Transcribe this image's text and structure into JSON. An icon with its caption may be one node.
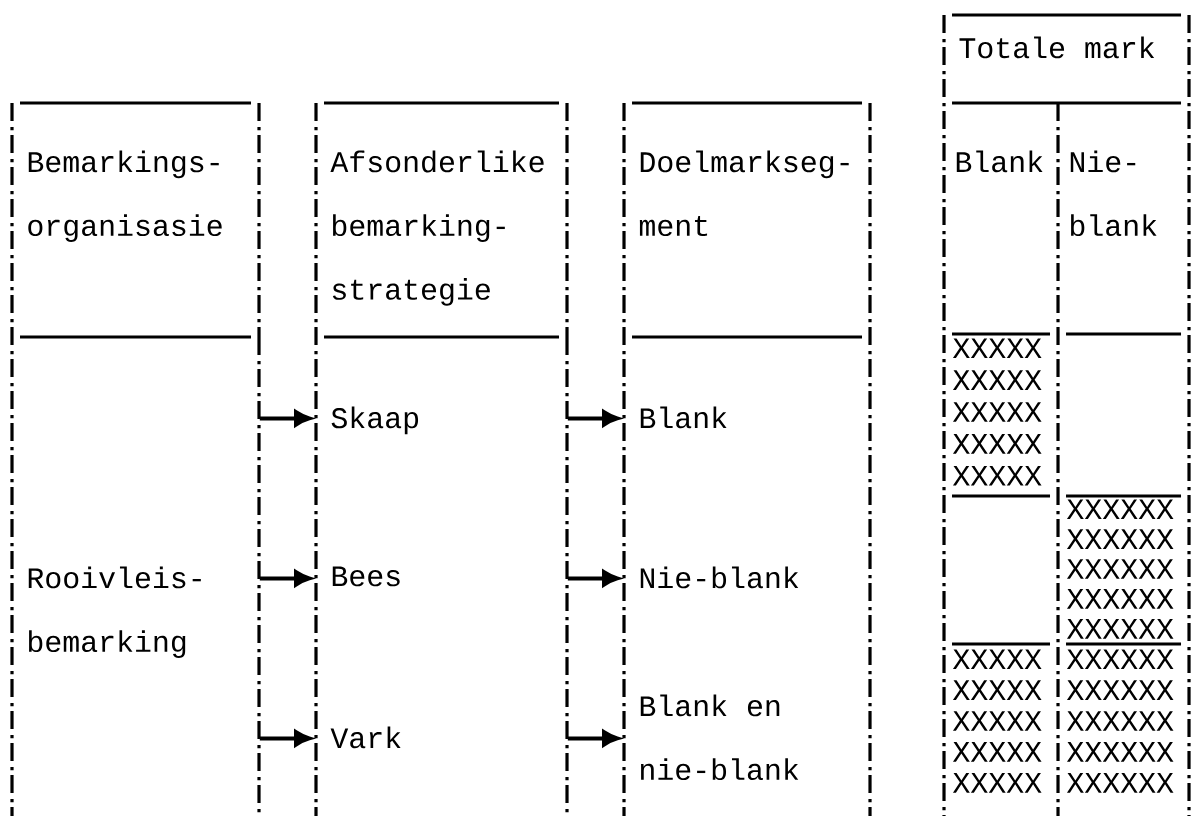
{
  "diagram": {
    "nodes": [
      {
        "text": [
          "Bemarkings- organisasie"
        ]
      },
      {
        "text": [
          "Afsonderlike bemarking- strategie"
        ]
      },
      {
        "text": [
          "Doelmarkseg- ment"
        ]
      },
      {
        "text": [
          "Totale mark"
        ]
      },
      {
        "text": [
          "Blank"
        ]
      },
      {
        "text": [
          "Nie- blank"
        ]
      },
      {
        "text": [
          "Rooivleis- bemarking"
        ]
      },
      {
        "text": [
          "Skaap"
        ]
      },
      {
        "text": [
          "Bees"
        ]
      },
      {
        "text": [
          "Vark"
        ]
      },
      {
        "text": [
          "Blank"
        ]
      },
      {
        "text": [
          "Nie-blank"
        ]
      },
      {
        "text": [
          "Blank en nie-blank"
        ]
      },
      {
        "text": [
          "XXXXX XXXXX XXXXX XXXXX XXXXX"
        ]
      },
      {
        "text": [
          "XXXXXX XXXXXX XXXXXX XXXXXX XXXXXX"
        ]
      },
      {
        "text": [
          "XXXXX XXXXX XXXXX XXXXX XXXXX"
        ]
      },
      {
        "text": [
          "XXXXXX XXXXXX XXXXXX XXXXXX XXXXXX"
        ]
      }
    ],
    "edges": [
      {
        "from": 6,
        "to": 7,
        "arrow": "to"
      },
      {
        "from": 6,
        "to": 8,
        "arrow": "to"
      },
      {
        "from": 6,
        "to": 9,
        "arrow": "to"
      },
      {
        "from": 7,
        "to": 10,
        "arrow": "to"
      },
      {
        "from": 8,
        "to": 11,
        "arrow": "to"
      },
      {
        "from": 9,
        "to": 12,
        "arrow": "to"
      }
    ]
  }
}
